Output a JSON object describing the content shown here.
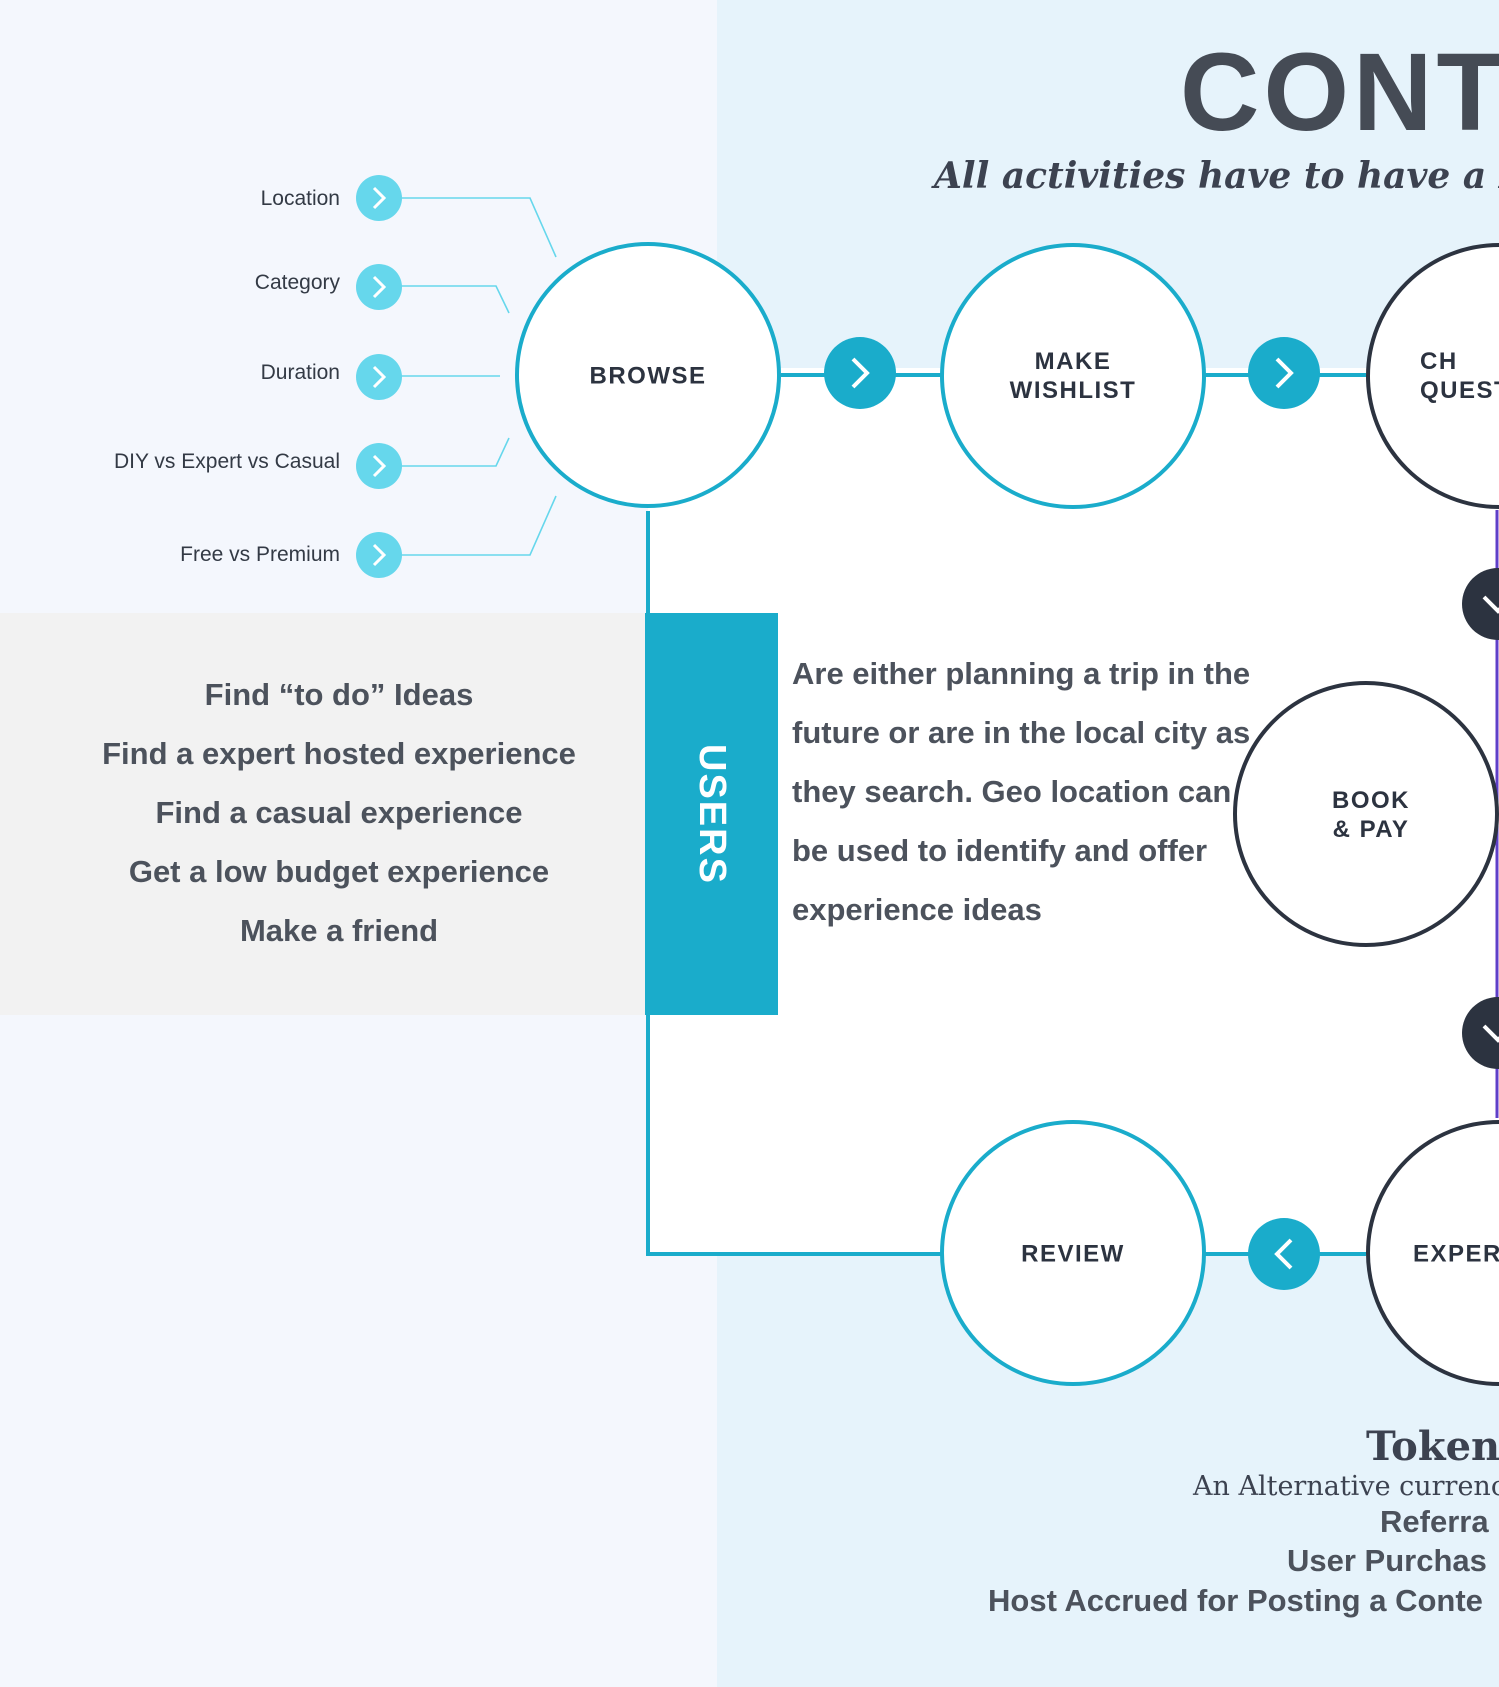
{
  "title": "CONT",
  "subtitle": "All activities have to have a DIY",
  "filters": [
    {
      "label": "Location"
    },
    {
      "label": "Category"
    },
    {
      "label": "Duration"
    },
    {
      "label": "DIY vs Expert vs Casual"
    },
    {
      "label": "Free vs Premium"
    }
  ],
  "nodes": {
    "browse": "BROWSE",
    "wishlist": "MAKE\nWISHLIST",
    "questions": "CH\nQUEST",
    "book_pay": "BOOK\n& PAY",
    "review": "REVIEW",
    "experience": "EXPER"
  },
  "users": {
    "label": "USERS",
    "description": "Are either planning a trip in the future or are in the local city as they search. Geo location can be used to identify and offer experience ideas"
  },
  "goals": [
    "Find “to do” Ideas",
    "Find a expert hosted experience",
    "Find a casual experience",
    "Get a low budget experience",
    "Make a friend"
  ],
  "token": {
    "title": "Token",
    "subtitle": "An Alternative currency",
    "lines": [
      "Referra",
      "User Purchas",
      "Host Accrued for Posting a Conte"
    ]
  },
  "colors": {
    "teal": "#1aaccb",
    "light_teal": "#66d7ec",
    "navy": "#2c3340",
    "purple": "#5f3fc8"
  }
}
